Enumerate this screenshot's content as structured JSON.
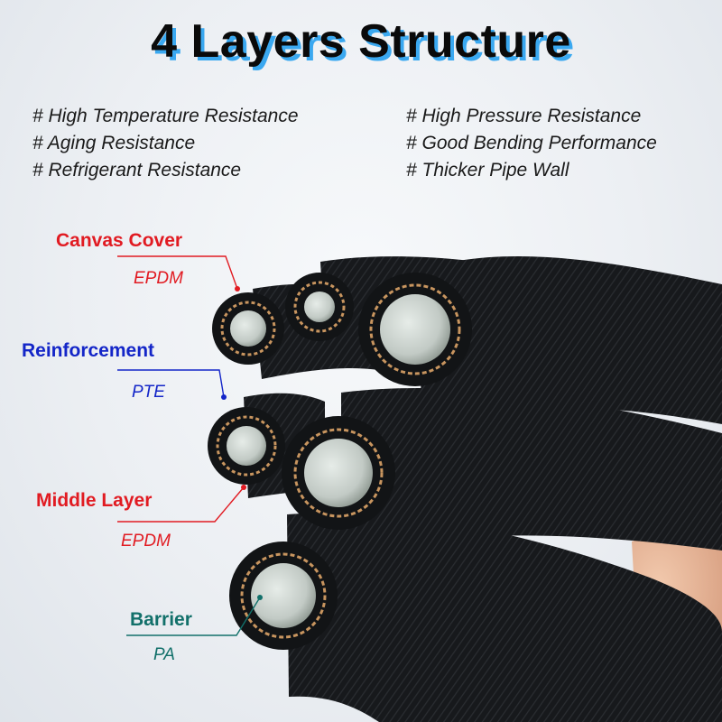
{
  "title": "4 Layers Structure",
  "features_left": [
    "# High Temperature Resistance",
    "# Aging Resistance",
    "# Refrigerant Resistance"
  ],
  "features_right": [
    "# High Pressure Resistance",
    "# Good Bending Performance",
    "# Thicker Pipe Wall"
  ],
  "layers": [
    {
      "name": "Canvas Cover",
      "material": "EPDM",
      "color": "#e11b22"
    },
    {
      "name": "Reinforcement",
      "material": "PTE",
      "color": "#1426c8"
    },
    {
      "name": "Middle Layer",
      "material": "EPDM",
      "color": "#e11b22"
    },
    {
      "name": "Barrier",
      "material": "PA",
      "color": "#12706a"
    }
  ],
  "colors": {
    "title_shadow": "#3aa8f0",
    "hose_rubber": "#16181b",
    "hose_inner": "#c7cec9",
    "braid": "#c8955f"
  }
}
